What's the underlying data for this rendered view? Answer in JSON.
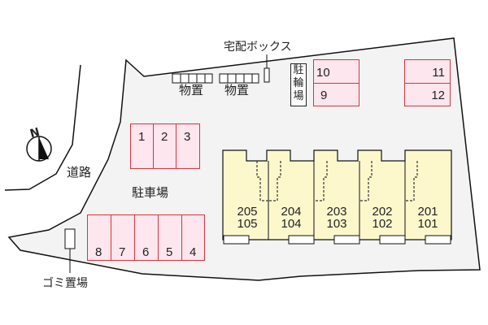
{
  "map": {
    "type": "apartment site plan",
    "colors": {
      "lot_fill": "#f3f3f3",
      "outline": "#111111",
      "parking_fill": "#fde6ee",
      "parking_border": "#e0303c",
      "building_fill": "#fdf8cc"
    },
    "labels": {
      "delivery_box": "宅配ボックス",
      "storage_1": "物置",
      "storage_2": "物置",
      "bicycle_parking": "駐輪場",
      "road": "道路",
      "parking_lot": "駐車場",
      "garbage_area": "ゴミ置場",
      "compass": "N"
    },
    "parking_spaces": [
      {
        "id": "1",
        "label": "1"
      },
      {
        "id": "2",
        "label": "2"
      },
      {
        "id": "3",
        "label": "3"
      },
      {
        "id": "4",
        "label": "4"
      },
      {
        "id": "5",
        "label": "5"
      },
      {
        "id": "6",
        "label": "6"
      },
      {
        "id": "7",
        "label": "7"
      },
      {
        "id": "8",
        "label": "8"
      },
      {
        "id": "9",
        "label": "9"
      },
      {
        "id": "10",
        "label": "10"
      },
      {
        "id": "11",
        "label": "11"
      },
      {
        "id": "12",
        "label": "12"
      }
    ],
    "units": [
      {
        "upper": "205",
        "lower": "105"
      },
      {
        "upper": "204",
        "lower": "104"
      },
      {
        "upper": "203",
        "lower": "103"
      },
      {
        "upper": "202",
        "lower": "102"
      },
      {
        "upper": "201",
        "lower": "101"
      }
    ]
  }
}
